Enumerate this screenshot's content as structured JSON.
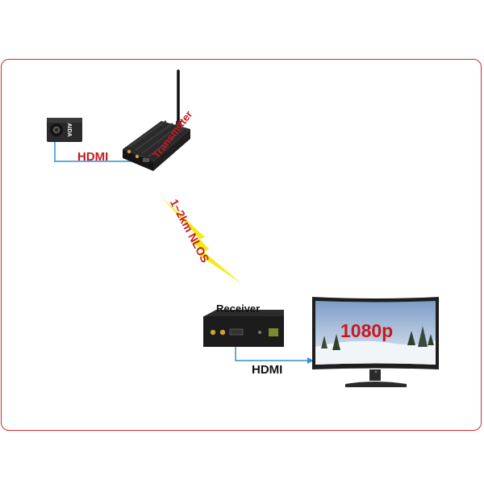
{
  "diagram": {
    "camera_brand": "AIDA",
    "link_top_label": "HDMI",
    "transmitter_label": "Transmitter",
    "wireless_label": "1~2km NLOS",
    "receiver_label": "Receiver",
    "link_bottom_label": "HDMI",
    "resolution_label": "1080p"
  },
  "colors": {
    "frame": "#d02a2a",
    "accent_red": "#c8191e",
    "cable_blue": "#2f8fd4",
    "bolt_yellow": "#f5ea14",
    "device_black": "#1c1c1c"
  }
}
